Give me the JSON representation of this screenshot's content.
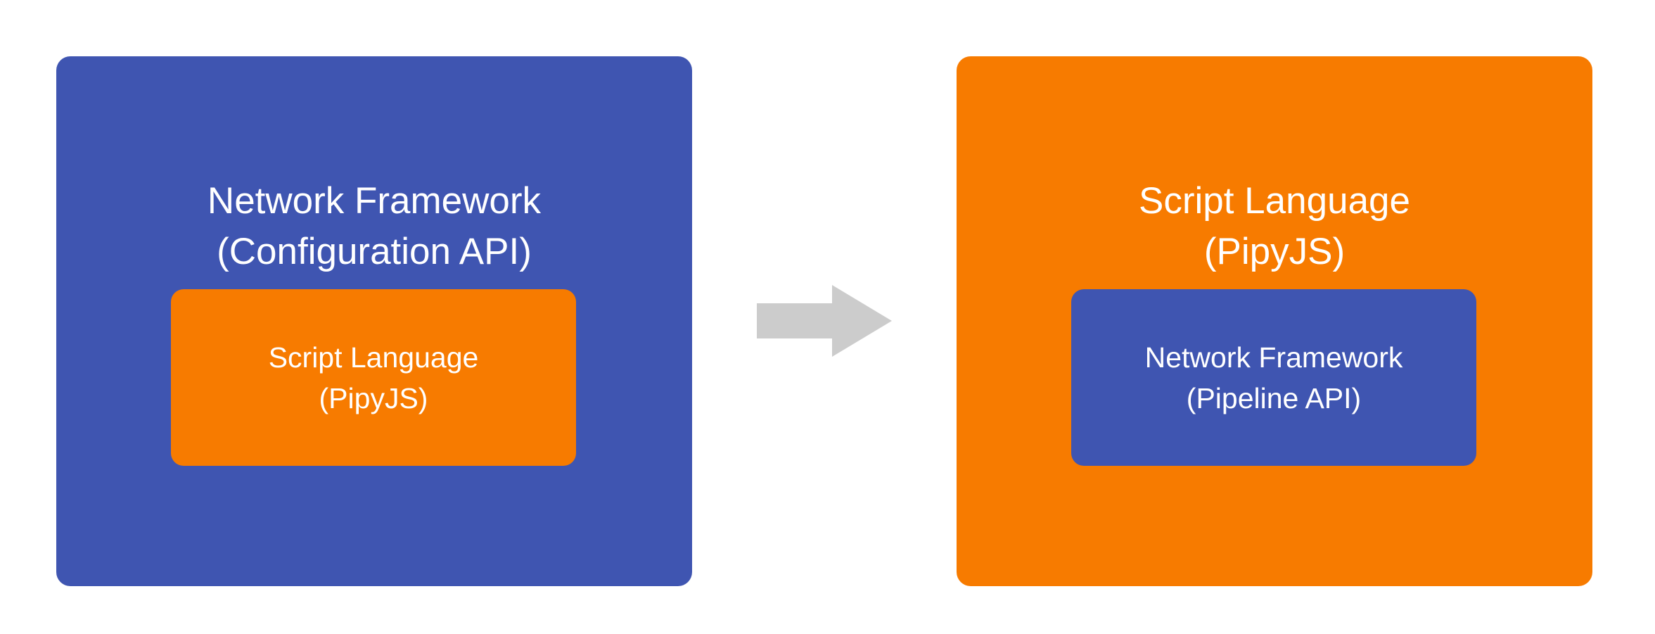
{
  "left": {
    "title": [
      "Network Framework",
      "(Configuration API)"
    ],
    "inner": [
      "Script Language",
      "(PipyJS)"
    ]
  },
  "right": {
    "title": [
      "Script Language",
      "(PipyJS)"
    ],
    "inner": [
      "Network Framework",
      "(Pipeline API)"
    ]
  },
  "colors": {
    "blue": "#3F55B1",
    "orange": "#F77B00",
    "arrow": "#CCCCCC"
  },
  "arrow_icon": "right-arrow-icon"
}
